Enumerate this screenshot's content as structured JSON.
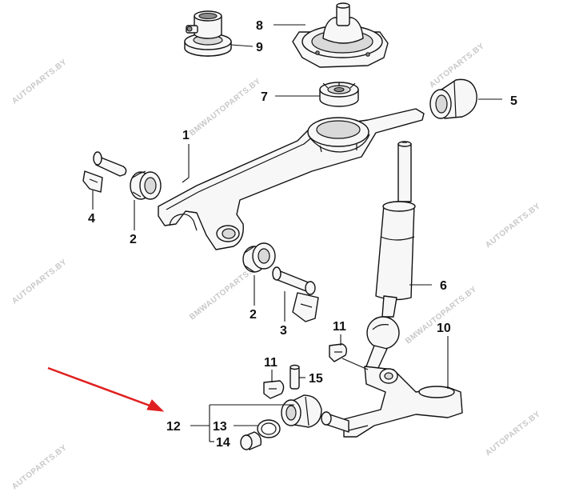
{
  "watermark": "AUTOPARTS.BY",
  "watermark_alt": "BMWAUTOPARTS.BY",
  "parts": {
    "p1": "1",
    "p2a": "2",
    "p2b": "2",
    "p3": "3",
    "p4": "4",
    "p5": "5",
    "p6": "6",
    "p7": "7",
    "p8": "8",
    "p9": "9",
    "p10": "10",
    "p11a": "11",
    "p11b": "11",
    "p12": "12",
    "p13": "13",
    "p14": "14",
    "p15": "15"
  },
  "colors": {
    "arrow": "#e02020",
    "line": "#111111",
    "watermark": "#c8c8c8"
  }
}
